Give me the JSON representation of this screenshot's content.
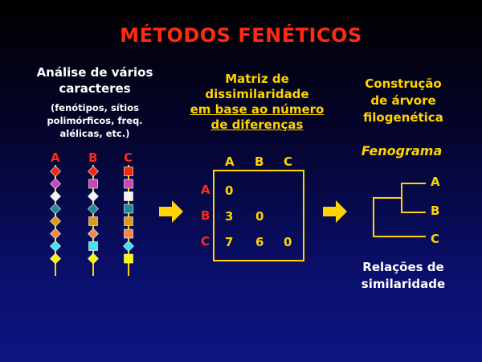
{
  "title": "MÉTODOS FENÉTICOS",
  "column1": {
    "heading": [
      "Análise de vários",
      "caracteres"
    ],
    "subtext": [
      "(fenótipos, sítios",
      "polimórficos, freq.",
      "alélicas, etc.)"
    ],
    "sequences": [
      {
        "label": "A",
        "shapes": [
          "diamond",
          "diamond",
          "diamond",
          "diamond",
          "diamond",
          "diamond",
          "diamond",
          "diamond"
        ],
        "colors": [
          "#ee2a12",
          "#cc44bb",
          "#f4f4f4",
          "#1e8a9a",
          "#dd9a1a",
          "#ef8a4a",
          "#44e4ee",
          "#f6f600"
        ]
      },
      {
        "label": "B",
        "shapes": [
          "diamond",
          "square",
          "diamond",
          "diamond",
          "square",
          "diamond",
          "square",
          "diamond"
        ],
        "colors": [
          "#ee2a12",
          "#cc44bb",
          "#f4f4f4",
          "#1e8a9a",
          "#dd9a1a",
          "#ef8a4a",
          "#44e4ee",
          "#f6f600"
        ]
      },
      {
        "label": "C",
        "shapes": [
          "square",
          "square",
          "square",
          "square",
          "square",
          "square",
          "diamond",
          "square"
        ],
        "colors": [
          "#ee2a12",
          "#cc44bb",
          "#f4f4f4",
          "#1e8a9a",
          "#dd9a1a",
          "#ef8a4a",
          "#44e4ee",
          "#f6f600"
        ]
      }
    ]
  },
  "column2": {
    "heading_line1": "Matriz de",
    "heading_line2": "dissimilaridade",
    "heading_line3": "em base ao número",
    "heading_line4": "de diferenças",
    "col_labels": [
      "A",
      "B",
      "C"
    ],
    "row_labels": [
      "A",
      "B",
      "C"
    ],
    "cells": [
      [
        "0",
        "",
        ""
      ],
      [
        "3",
        "0",
        ""
      ],
      [
        "7",
        "6",
        "0"
      ]
    ]
  },
  "column3": {
    "heading": [
      "Construção",
      "de árvore",
      "filogenética"
    ],
    "fenograma": "Fenograma",
    "leaves": [
      "A",
      "B",
      "C"
    ],
    "footer": [
      "Relações de",
      "similaridade"
    ]
  },
  "colors": {
    "title": "#ff2a12",
    "accent": "#ffd400",
    "label_red": "#ff2a12",
    "background_top": "#000000",
    "background_bottom": "#0d1582"
  }
}
